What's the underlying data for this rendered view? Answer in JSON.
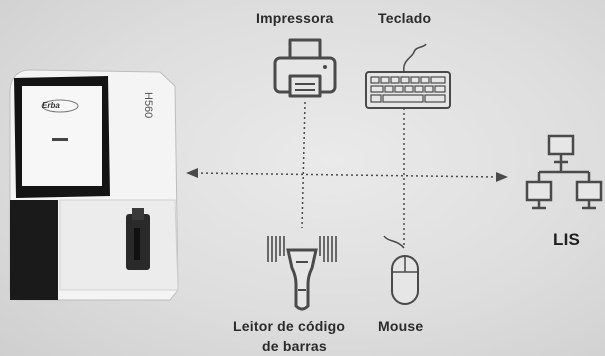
{
  "devices": {
    "printer": {
      "label": "Impressora",
      "icon": "printer-icon"
    },
    "keyboard": {
      "label": "Teclado",
      "icon": "keyboard-icon"
    },
    "barcode_reader": {
      "label_line1": "Leitor de código",
      "label_line2": "de barras",
      "icon": "barcode-scanner-icon"
    },
    "mouse": {
      "label": "Mouse",
      "icon": "mouse-icon"
    },
    "lis": {
      "label": "LIS",
      "icon": "network-computers-icon"
    }
  },
  "analyzer": {
    "model": "H560",
    "brand": "Erba"
  },
  "colors": {
    "icon_stroke": "#4a4a4a",
    "connector": "#4a4a4a",
    "device_body": "#f2f2f2",
    "device_dark": "#1c1c1c"
  }
}
